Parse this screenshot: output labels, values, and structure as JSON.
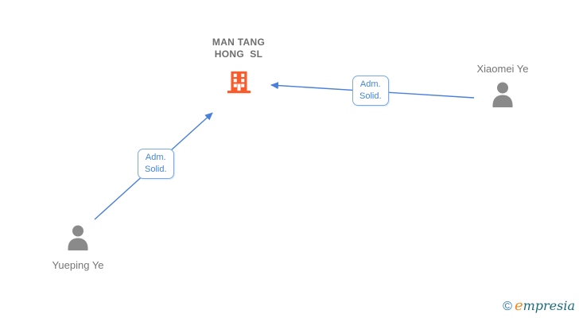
{
  "diagram": {
    "company": {
      "name": "MAN TANG HONG SL",
      "name_line1": "MAN TANG",
      "name_line2": "HONG  SL"
    },
    "people": [
      {
        "name": "Xiaomei Ye"
      },
      {
        "name": "Yueping Ye"
      }
    ],
    "edges": [
      {
        "from": "Xiaomei Ye",
        "to": "MAN TANG HONG SL",
        "label_line1": "Adm.",
        "label_line2": "Solid."
      },
      {
        "from": "Yueping Ye",
        "to": "MAN TANG HONG SL",
        "label_line1": "Adm.",
        "label_line2": "Solid."
      }
    ]
  },
  "footer": {
    "copyright_symbol": "©",
    "brand_initial": "e",
    "brand_rest": "mpresia"
  },
  "colors": {
    "edge_blue": "#4A80D9",
    "label_border_blue": "#79A9E6",
    "label_text_blue": "#4285DB",
    "building_orange": "#F95B2B",
    "person_gray": "#8A8A8A",
    "person_label_gray": "#757575",
    "company_text_gray": "#6E6E6E",
    "logo_copyright_blue": "#2273B8",
    "logo_initial_orange": "#F28A1E",
    "logo_text_teal": "#1B6B7B"
  }
}
